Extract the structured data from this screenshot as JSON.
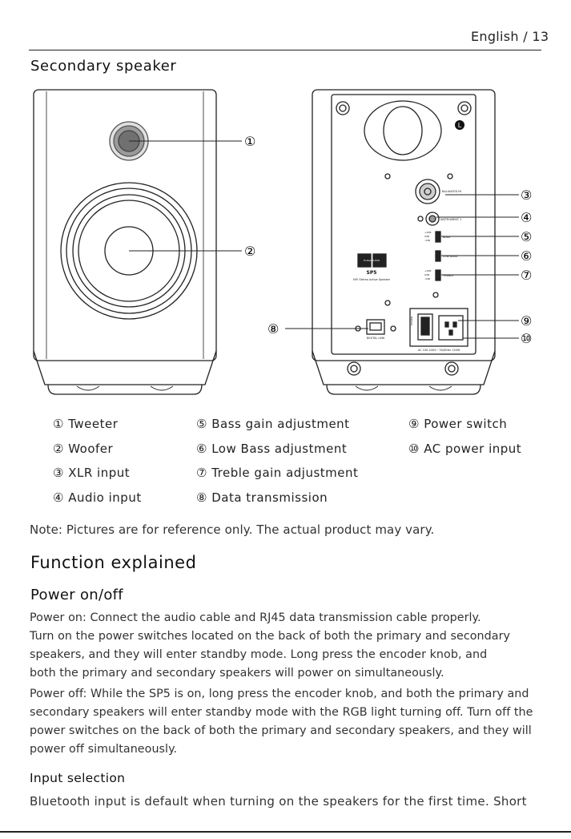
{
  "header": {
    "page_label": "English / 13"
  },
  "section_title": "Secondary speaker",
  "diagram": {
    "callouts": [
      "①",
      "②",
      "③",
      "④",
      "⑤",
      "⑥",
      "⑦",
      "⑧",
      "⑨",
      "⑩"
    ],
    "back_panel": {
      "channel_badge": "L",
      "label_balanced": "BALANCED IN",
      "label_instrument": "INSTRUMENT 1",
      "label_bass": "BASS",
      "label_low_bass": "LOW BASS",
      "label_treble": "TREBLE",
      "label_digital": "DIGITAL LINK",
      "label_power": "POWER",
      "label_ac": "AC 100-240V~ 50/60Hz 120W",
      "badge_hires": "Hi-Res AUDIO",
      "model": "SP5",
      "model_sub": "HiFi Stereo Active Speaker",
      "gain_plus": "+3dB",
      "gain_zero": "0dB",
      "gain_minus": "-3dB"
    }
  },
  "legend": {
    "col1": [
      "① Tweeter",
      "② Woofer",
      "③ XLR input",
      "④ Audio input"
    ],
    "col2": [
      "⑤ Bass gain adjustment",
      "⑥ Low Bass adjustment",
      "⑦ Treble gain adjustment",
      "⑧ Data transmission"
    ],
    "col3": [
      "⑨ Power switch",
      "⑩ AC power input"
    ]
  },
  "note": "Note: Pictures are for reference only. The actual product may vary.",
  "function_heading": "Function explained",
  "power_heading": "Power on/off",
  "power_on_lines": [
    "Power on: Connect the audio cable and RJ45 data transmission cable properly.",
    "Turn on the power switches located on the back of both the primary and secondary",
    "speakers, and they will enter standby mode. Long press the encoder knob, and",
    "both the primary and secondary speakers will power on simultaneously."
  ],
  "power_off_lines": [
    "Power off: While the SP5 is on, long press the encoder knob, and both the primary and",
    "secondary speakers will enter standby mode with the RGB light turning off. Turn off the",
    "power switches on the back of both the primary and secondary speakers, and they will",
    "power off simultaneously."
  ],
  "input_heading": "Input selection",
  "input_line": "Bluetooth input is default when turning on the speakers for the first time. Short"
}
